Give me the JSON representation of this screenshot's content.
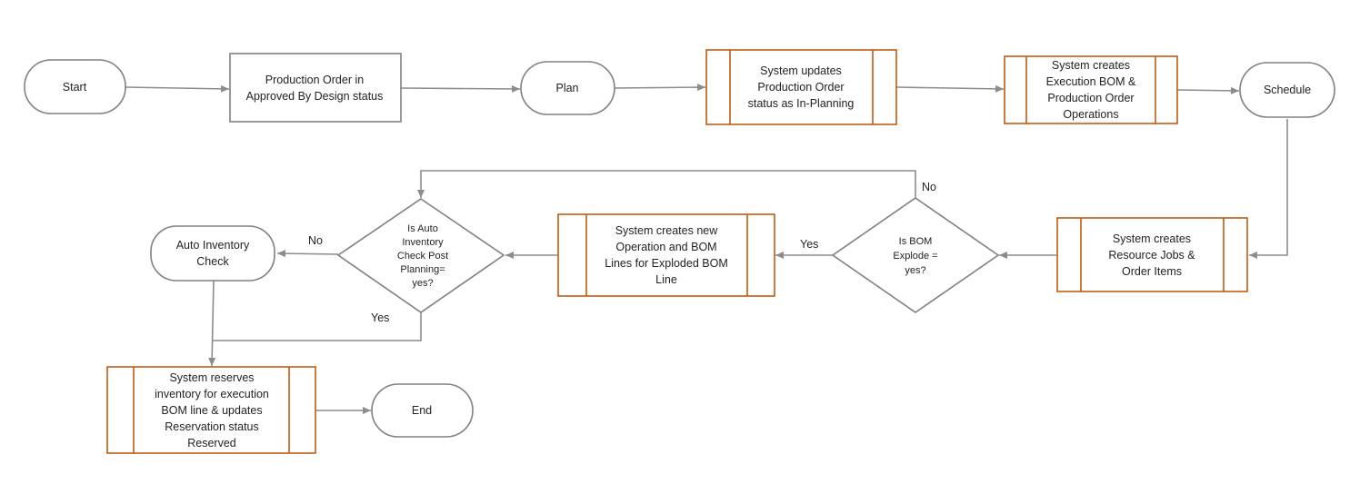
{
  "colors": {
    "line": "#8c8c8c",
    "shape_border": "#808080",
    "predefined_border": "#c55a11",
    "text": "#222222"
  },
  "nodes": {
    "start": {
      "lines": [
        "Start"
      ]
    },
    "production_order": {
      "lines": [
        "Production Order in",
        "Approved By Design status"
      ]
    },
    "plan": {
      "lines": [
        "Plan"
      ]
    },
    "system_updates_status": {
      "lines": [
        "System updates",
        "Production Order",
        "status as In-Planning"
      ]
    },
    "system_creates_execution_bom": {
      "lines": [
        "System creates",
        "Execution BOM &",
        "Production Order",
        "Operations"
      ]
    },
    "schedule": {
      "lines": [
        "Schedule"
      ]
    },
    "system_creates_resource_jobs": {
      "lines": [
        "System creates",
        "Resource Jobs &",
        "Order Items"
      ]
    },
    "is_bom_explode": {
      "lines": [
        "Is BOM",
        "Explode =",
        "yes?"
      ]
    },
    "system_creates_new_operation": {
      "lines": [
        "System creates new",
        "Operation and BOM",
        "Lines for Exploded BOM",
        "Line"
      ]
    },
    "is_auto_inventory_check": {
      "lines": [
        "Is Auto",
        "Inventory",
        "Check Post",
        "Planning=",
        "yes?"
      ]
    },
    "auto_inventory_check": {
      "lines": [
        "Auto Inventory",
        "Check"
      ]
    },
    "system_reserves_inventory": {
      "lines": [
        "System reserves",
        "inventory for execution",
        "BOM line & updates",
        "Reservation status",
        "Reserved"
      ]
    },
    "end": {
      "lines": [
        "End"
      ]
    }
  },
  "edge_labels": {
    "bom_no": "No",
    "bom_yes": "Yes",
    "auto_no": "No",
    "auto_yes": "Yes"
  }
}
